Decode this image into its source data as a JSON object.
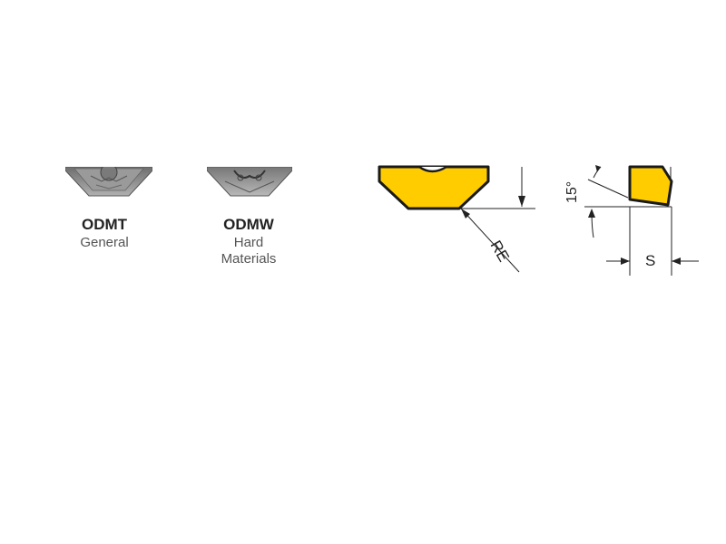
{
  "inserts": [
    {
      "code": "ODMT",
      "application": "General"
    },
    {
      "code": "ODMW",
      "application_line1": "Hard",
      "application_line2": "Materials"
    }
  ],
  "dimensions": {
    "corner_radius": "RE",
    "thickness": "S",
    "clearance_angle": "15°"
  },
  "colors": {
    "insert_fill": "#FFCC00",
    "insert_outline": "#1a1a1a",
    "carbide_gray": "#8a8a8a"
  }
}
